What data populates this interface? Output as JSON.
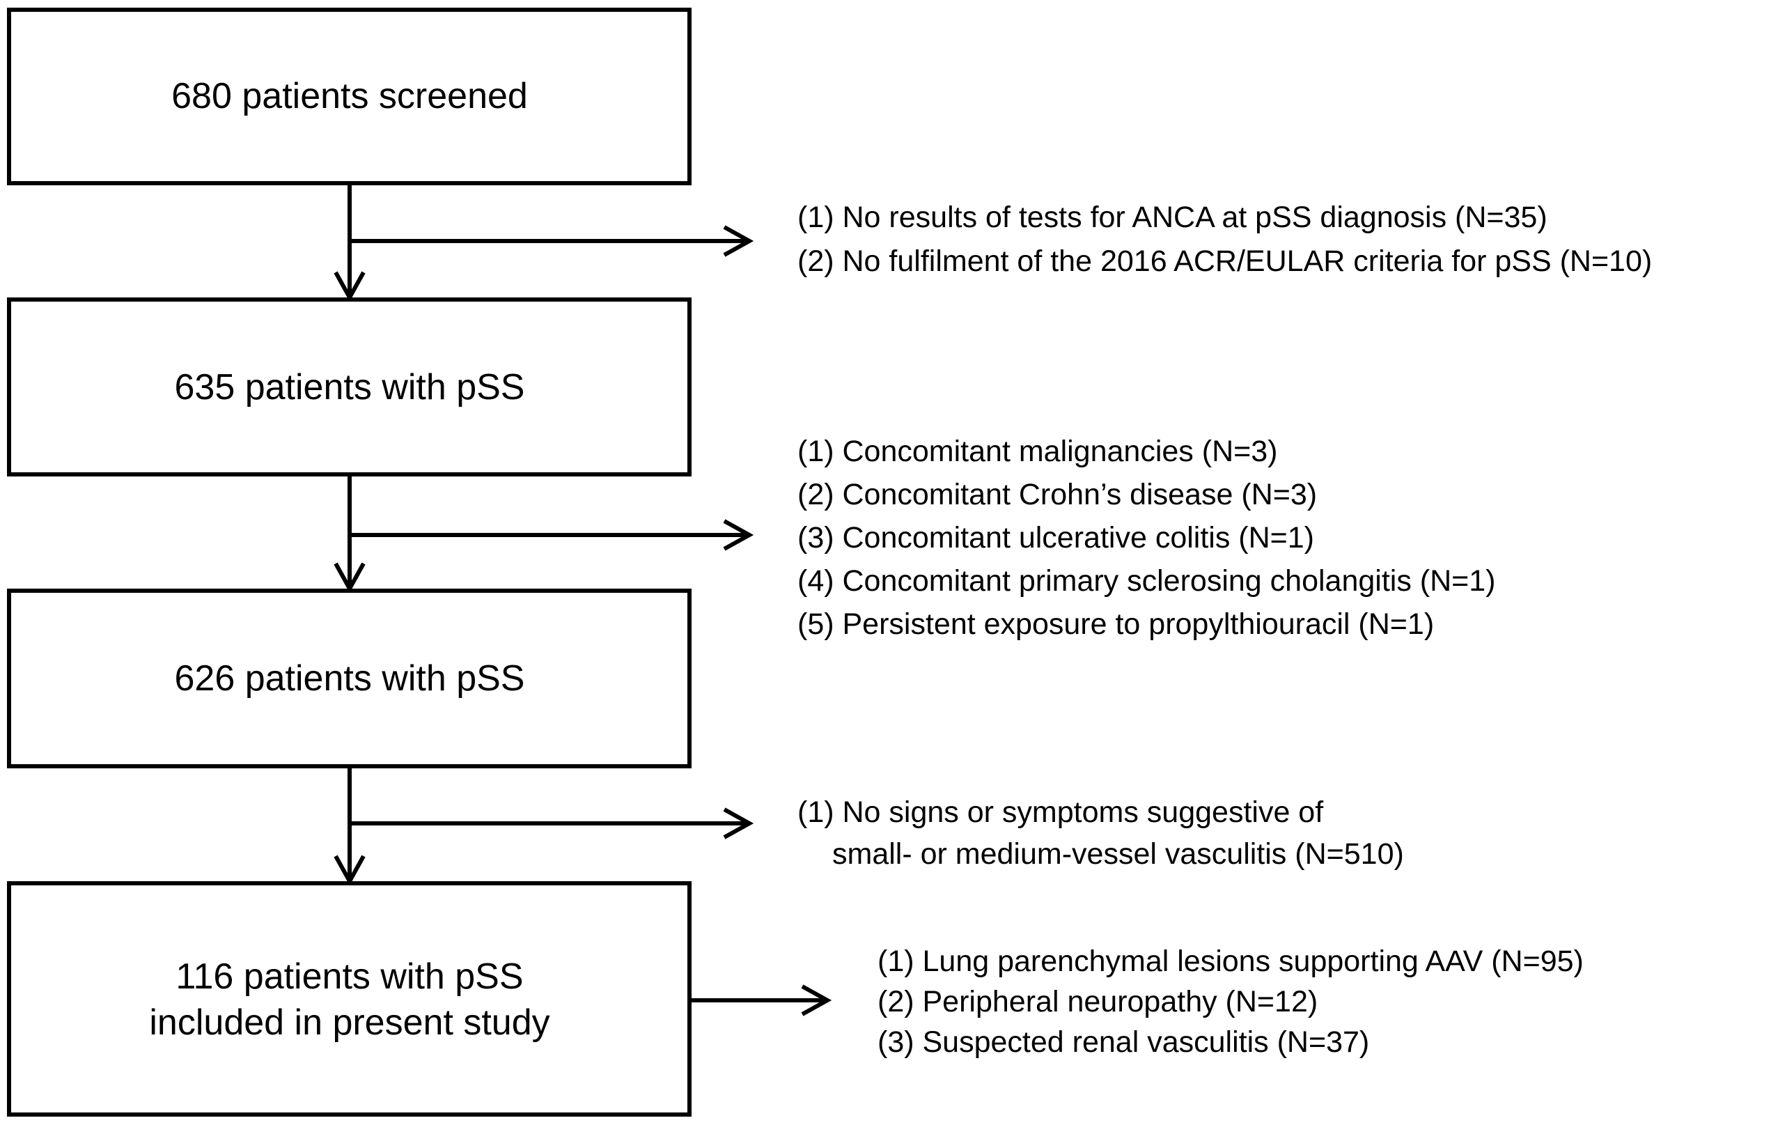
{
  "figure": {
    "type": "flowchart",
    "colors": {
      "ink": "#000000",
      "paper": "#ffffff"
    },
    "nodes": [
      {
        "id": "screened-680",
        "label": "680 patients screened"
      },
      {
        "id": "pss-635",
        "label": "635 patients with pSS"
      },
      {
        "id": "pss-626",
        "label": "626 patients with pSS"
      },
      {
        "id": "included-116",
        "label_lines": [
          "116 patients with pSS",
          "included in present study"
        ]
      }
    ],
    "side_notes": [
      {
        "id": "exclusions-after-screening",
        "items": [
          "(1) No results of tests for ANCA at pSS diagnosis (N=35)",
          "(2) No fulfilment of the 2016 ACR/EULAR criteria for pSS (N=10)"
        ]
      },
      {
        "id": "exclusions-comorbidities",
        "items": [
          "(1) Concomitant malignancies (N=3)",
          "(2) Concomitant Crohn’s disease (N=3)",
          "(3) Concomitant ulcerative colitis (N=1)",
          "(4) Concomitant primary sclerosing cholangitis (N=1)",
          "(5) Persistent exposure to propylthiouracil (N=1)"
        ]
      },
      {
        "id": "exclusions-no-vasculitis-signs",
        "items": [
          "(1) No signs or symptoms suggestive of",
          "small- or medium-vessel vasculitis (N=510)"
        ]
      },
      {
        "id": "inclusion-reasons",
        "items": [
          "(1) Lung parenchymal lesions supporting AAV (N=95)",
          "(2) Peripheral neuropathy (N=12)",
          "(3) Suspected renal vasculitis (N=37)"
        ]
      }
    ]
  }
}
